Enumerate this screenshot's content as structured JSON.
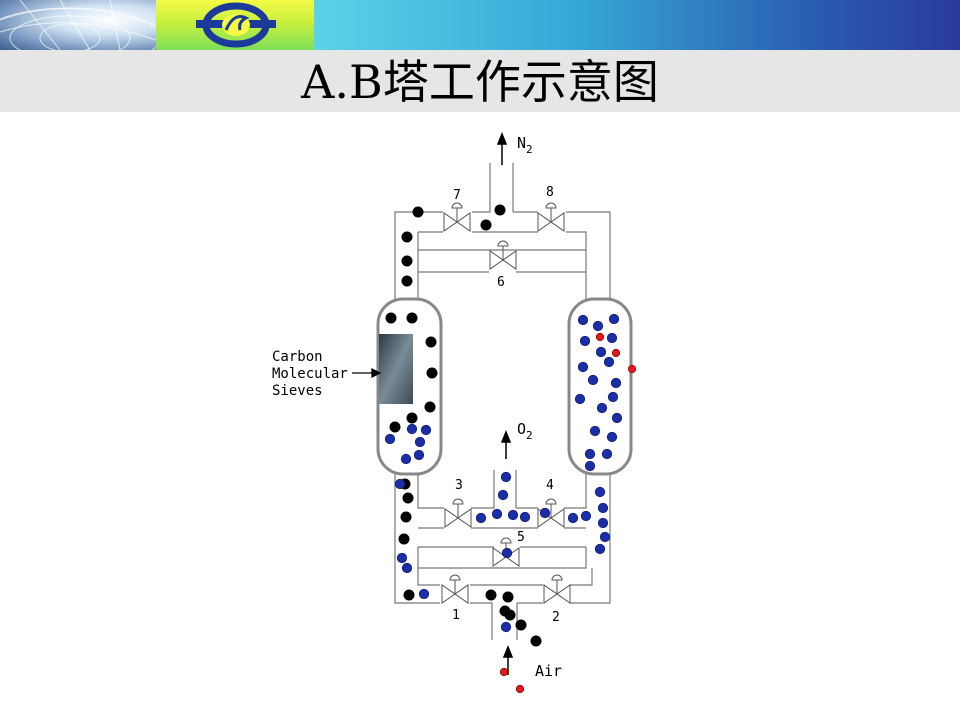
{
  "slide": {
    "title": "A.B塔工作示意图"
  },
  "diagram": {
    "label_n2": "N",
    "label_n2_sub": "2",
    "label_o2": "O",
    "label_o2_sub": "2",
    "label_air": "Air",
    "label_cms_line1": "Carbon",
    "label_cms_line2": "Molecular",
    "label_cms_line3": "Sieves",
    "valves": [
      "1",
      "2",
      "3",
      "4",
      "5",
      "6",
      "7",
      "8"
    ]
  },
  "colors": {
    "nitrogen_dot": "#000000",
    "oxygen_dot": "#1a2ea8",
    "air_dot": "#dd1a1a",
    "pipe": "#777777",
    "column_border": "#888888"
  }
}
